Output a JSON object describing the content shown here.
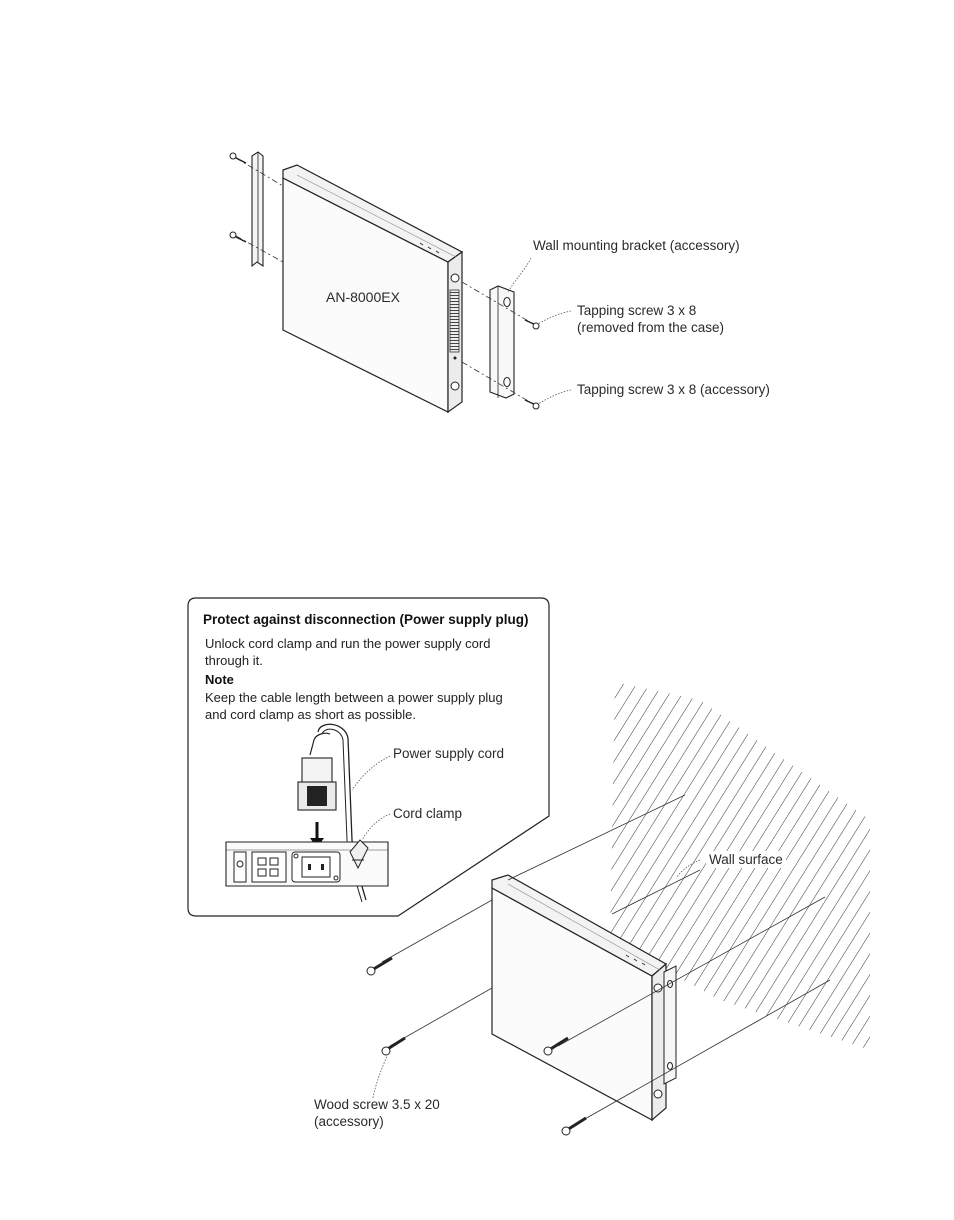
{
  "figure1": {
    "device_label": "AN-8000EX",
    "bracket_label": "Wall mounting bracket (accessory)",
    "screw_removed_label_1": "Tapping screw 3 x 8",
    "screw_removed_label_2": "(removed from the case)",
    "screw_accessory_label": "Tapping screw 3 x 8 (accessory)"
  },
  "figure2": {
    "note_box": {
      "title": "Protect against disconnection (Power supply plug)",
      "text_line1": "Unlock cord clamp and run the power supply cord",
      "text_line2": "through it.",
      "note_heading": "Note",
      "note_line1": "Keep the cable length between a power supply plug",
      "note_line2": "and cord clamp as short as possible.",
      "power_cord_label": "Power supply cord",
      "cord_clamp_label": "Cord clamp"
    },
    "wall_surface_label": "Wall surface",
    "wood_screw_label_1": "Wood screw 3.5 x 20",
    "wood_screw_label_2": "(accessory)"
  }
}
